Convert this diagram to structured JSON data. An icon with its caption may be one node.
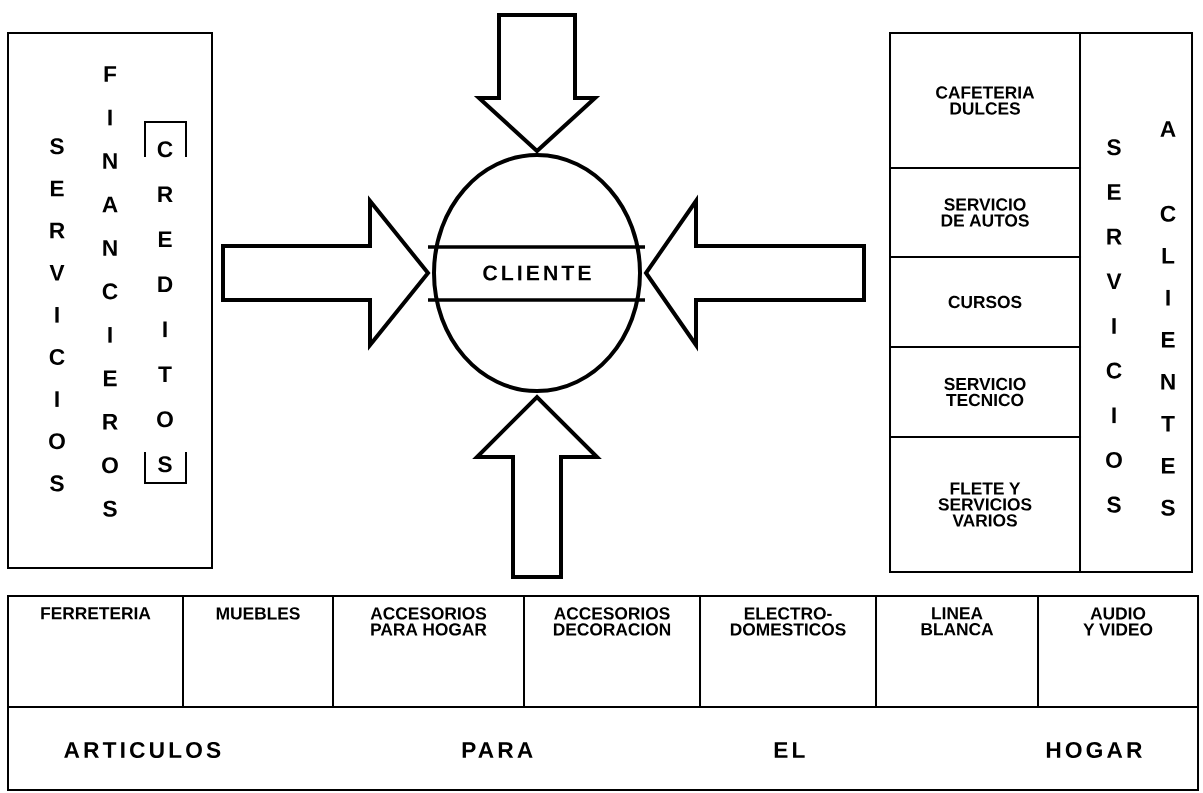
{
  "diagram": {
    "nodes": [
      {
        "text": [
          "SERVICIOS",
          "FINANCIEROS",
          "CREDITOS"
        ]
      },
      {
        "text": [
          "CLIENTE"
        ]
      },
      {
        "text": [
          "SERVICIOS",
          "A CLIENTES"
        ]
      },
      {
        "text": [
          "CAFETERIA DULCES"
        ],
        "in": 2
      },
      {
        "text": [
          "SERVICIO DE AUTOS"
        ],
        "in": 2
      },
      {
        "text": [
          "CURSOS"
        ],
        "in": 2
      },
      {
        "text": [
          "SERVICIO TECNICO"
        ],
        "in": 2
      },
      {
        "text": [
          "FLETE Y SERVICIOS VARIOS"
        ],
        "in": 2
      },
      {
        "text": [
          "ARTICULOS PARA EL HOGAR"
        ]
      },
      {
        "text": [
          "FERRETERIA"
        ],
        "in": 8
      },
      {
        "text": [
          "MUEBLES"
        ],
        "in": 8
      },
      {
        "text": [
          "ACCESORIOS PARA HOGAR"
        ],
        "in": 8
      },
      {
        "text": [
          "ACCESORIOS DECORACION"
        ],
        "in": 8
      },
      {
        "text": [
          "ELECTRO- DOMESTICOS"
        ],
        "in": 8
      },
      {
        "text": [
          "LINEA BLANCA"
        ],
        "in": 8
      },
      {
        "text": [
          "AUDIO Y VIDEO"
        ],
        "in": 8
      }
    ],
    "edges": [
      {
        "from": null,
        "to": 1,
        "arrow": "to"
      },
      {
        "from": 0,
        "to": 1,
        "arrow": "to"
      },
      {
        "from": 2,
        "to": 1,
        "arrow": "to"
      },
      {
        "from": 8,
        "to": 1,
        "arrow": "to"
      }
    ]
  }
}
